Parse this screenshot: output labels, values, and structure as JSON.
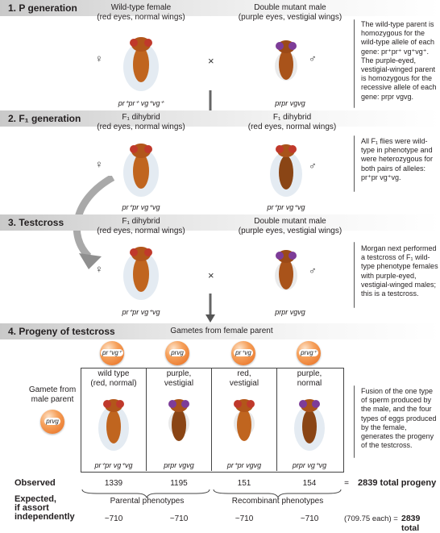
{
  "section1": {
    "title": "1.  P generation",
    "left_label": "Wild-type female\n(red eyes, normal wings)",
    "right_label": "Double mutant male\n(purple eyes, vestigial wings)",
    "left_genotype": "pr⁺pr⁺ vg⁺vg⁺",
    "right_genotype": "prpr vgvg",
    "note": "The wild-type parent is homozygous for the wild-type allele of each gene: pr⁺pr⁺ vg⁺vg⁺. The purple-eyed, vestigial-winged parent is homozygous for the recessive allele of each gene: prpr vgvg."
  },
  "section2": {
    "title": "2.  F₁ generation",
    "left_label": "F₁ dihybrid\n(red eyes, normal wings)",
    "right_label": "F₁ dihybrid\n(red eyes, normal wings)",
    "left_genotype": "pr⁺pr vg⁺vg",
    "right_genotype": "pr⁺pr vg⁺vg",
    "note": "All F₁ flies were wild-type in phenotype and were heterozygous for both pairs of alleles: pr⁺pr vg⁺vg."
  },
  "section3": {
    "title": "3.  Testcross",
    "left_label": "F₁ dihybrid\n(red eyes, normal wings)",
    "right_label": "Double mutant male\n(purple eyes, vestigial wings)",
    "left_genotype": "pr⁺pr vg⁺vg",
    "right_genotype": "prpr vgvg",
    "note": "Morgan next performed a testcross of F₁ wild-type phenotype females with purple-eyed, vestigial-winged males; this is a testcross."
  },
  "section4": {
    "title": "4.  Progeny of testcross",
    "gametes_female_label": "Gametes from female parent",
    "male_gamete_label": "Gamete from male parent",
    "male_gamete": "prvg",
    "female_gametes": [
      "pr⁺vg⁺",
      "prvg",
      "pr⁺vg",
      "prvg⁺"
    ],
    "phenotypes": [
      "wild type\n(red, normal)",
      "purple,\nvestigial",
      "red,\nvestigial",
      "purple,\nnormal"
    ],
    "genotypes": [
      "pr⁺pr vg⁺vg",
      "prpr vgvg",
      "pr⁺pr vgvg",
      "prpr vg⁺vg"
    ],
    "observed_label": "Observed",
    "observed": [
      "1339",
      "1195",
      "151",
      "154"
    ],
    "observed_eq": "=",
    "observed_total": "2839 total progeny",
    "expected_label": "Expected,\nif assort\nindependently",
    "parental_label": "Parental phenotypes",
    "recombinant_label": "Recombinant phenotypes",
    "expected": [
      "~710",
      "~710",
      "~710",
      "~710"
    ],
    "expected_each": "(709.75 each) =",
    "expected_total": "2839 total",
    "note": "Fusion of the one type of sperm produced by the male, and the four types of eggs produced by the female, generates the progeny of the testcross."
  },
  "symbols": {
    "female": "♀",
    "male": "♂",
    "cross": "×"
  },
  "colors": {
    "eye_red": "#c0392b",
    "eye_purple": "#7d3c98",
    "body": "#d2691e",
    "band": "#d0d0d0"
  }
}
